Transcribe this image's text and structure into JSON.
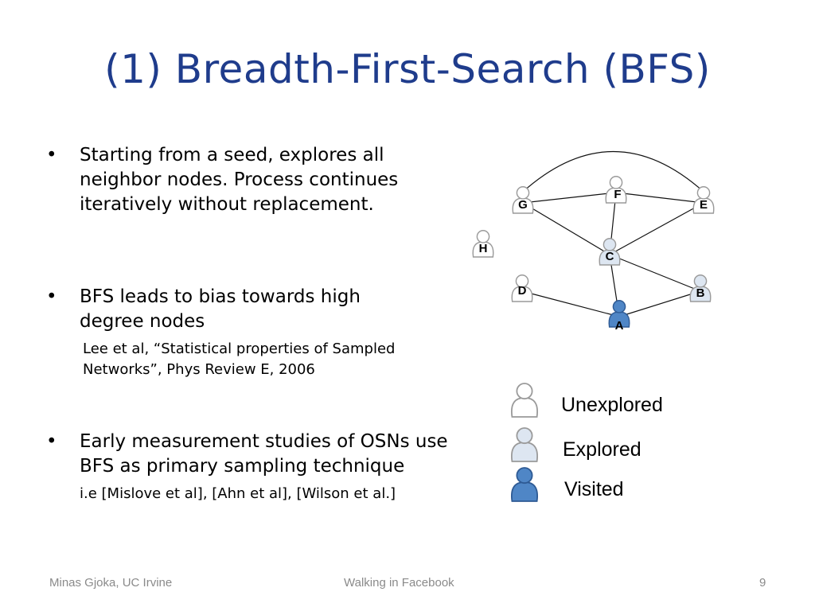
{
  "slide": {
    "title": "(1) Breadth-First-Search (BFS)",
    "bullets": [
      {
        "marker": "•",
        "text": "Starting from a seed, explores all neighbor nodes.  Process continues iteratively without replacement.",
        "ref": ""
      },
      {
        "marker": "•",
        "text": "BFS leads to bias towards high degree nodes",
        "ref": "Lee et al, “Statistical properties of Sampled Networks”, Phys Review E, 2006"
      },
      {
        "marker": "•",
        "text": "Early measurement studies of OSNs use BFS as primary sampling technique",
        "ref": "i.e [Mislove et al], [Ahn et al], [Wilson et al.]"
      }
    ],
    "legend": [
      {
        "label": "Unexplored"
      },
      {
        "label": "Explored"
      },
      {
        "label": "Visited"
      }
    ],
    "footer": {
      "left": "Minas Gjoka, UC Irvine",
      "center": "Walking in Facebook",
      "right": "9"
    }
  },
  "graph": {
    "nodes": [
      {
        "id": "A",
        "state": "visited"
      },
      {
        "id": "B",
        "state": "explored"
      },
      {
        "id": "C",
        "state": "explored"
      },
      {
        "id": "D",
        "state": "unexplored"
      },
      {
        "id": "E",
        "state": "unexplored"
      },
      {
        "id": "F",
        "state": "unexplored"
      },
      {
        "id": "G",
        "state": "unexplored"
      },
      {
        "id": "H",
        "state": "unexplored"
      }
    ],
    "edges": [
      [
        "G",
        "F"
      ],
      [
        "F",
        "E"
      ],
      [
        "G",
        "E"
      ],
      [
        "F",
        "C"
      ],
      [
        "G",
        "C"
      ],
      [
        "E",
        "C"
      ],
      [
        "C",
        "A"
      ],
      [
        "C",
        "B"
      ],
      [
        "D",
        "A"
      ],
      [
        "B",
        "A"
      ]
    ]
  },
  "colors": {
    "title": "#1f3c8c",
    "visited": "#4f86c6",
    "explored": "#dde6f1",
    "unexplored": "#ffffff",
    "footer": "#8a8a8a"
  }
}
